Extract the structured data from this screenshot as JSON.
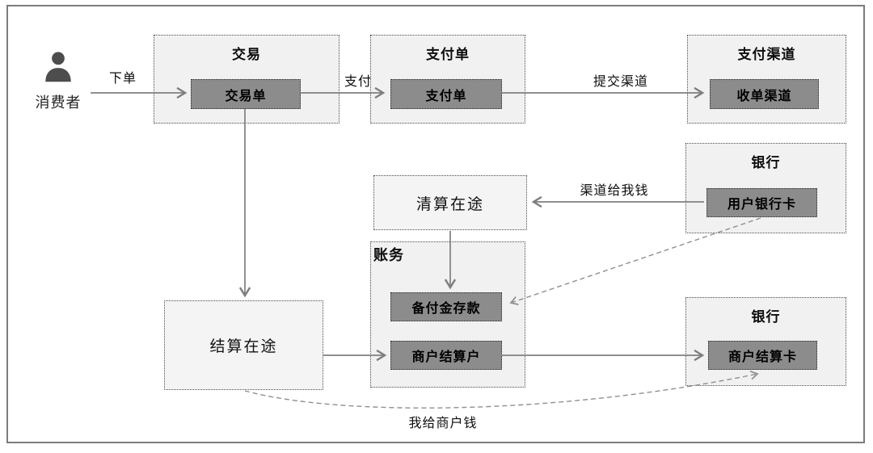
{
  "actor": {
    "label": "消费者",
    "icon": "person-icon"
  },
  "nodes": {
    "trade": {
      "title": "交易",
      "item": "交易单"
    },
    "payment_order": {
      "title": "支付单",
      "item": "支付单"
    },
    "payment_channel": {
      "title": "支付渠道",
      "item": "收单渠道"
    },
    "bank_user": {
      "title": "银行",
      "item": "用户银行卡"
    },
    "clearing_transit": {
      "label": "清算在途"
    },
    "accounting": {
      "title": "账务",
      "reserve_item": "备付金存款",
      "merchant_item": "商户结算户"
    },
    "settlement_transit": {
      "label": "结算在途"
    },
    "bank_merchant": {
      "title": "银行",
      "item": "商户结算卡"
    }
  },
  "edges": [
    {
      "label": "下单",
      "from": "消费者",
      "to": "交易单",
      "style": "solid"
    },
    {
      "label": "支付",
      "from": "交易单",
      "to": "支付单",
      "style": "solid"
    },
    {
      "label": "提交渠道",
      "from": "支付单",
      "to": "收单渠道",
      "style": "solid"
    },
    {
      "label": "",
      "from": "交易单",
      "to": "结算在途",
      "style": "solid"
    },
    {
      "label": "渠道给我钱",
      "from": "用户银行卡",
      "to": "清算在途",
      "style": "solid"
    },
    {
      "label": "",
      "from": "清算在途",
      "to": "备付金存款",
      "style": "solid"
    },
    {
      "label": "",
      "from": "结算在途",
      "to": "商户结算户",
      "style": "solid"
    },
    {
      "label": "",
      "from": "商户结算户",
      "to": "商户结算卡",
      "style": "solid"
    },
    {
      "label": "",
      "from": "用户银行卡",
      "to": "备付金存款",
      "style": "dashed"
    },
    {
      "label": "我给商户钱",
      "from": "结算在途",
      "to": "商户结算卡",
      "style": "dashed-curve"
    }
  ],
  "colors": {
    "container_fill": "#f1f1f1",
    "item_fill": "#8c8c8c",
    "arrow": "#7f7f7f",
    "dashed_arrow": "#8f8f8f",
    "frame_border": "#7c7c7c",
    "actor_icon": "#4d4d4d"
  }
}
